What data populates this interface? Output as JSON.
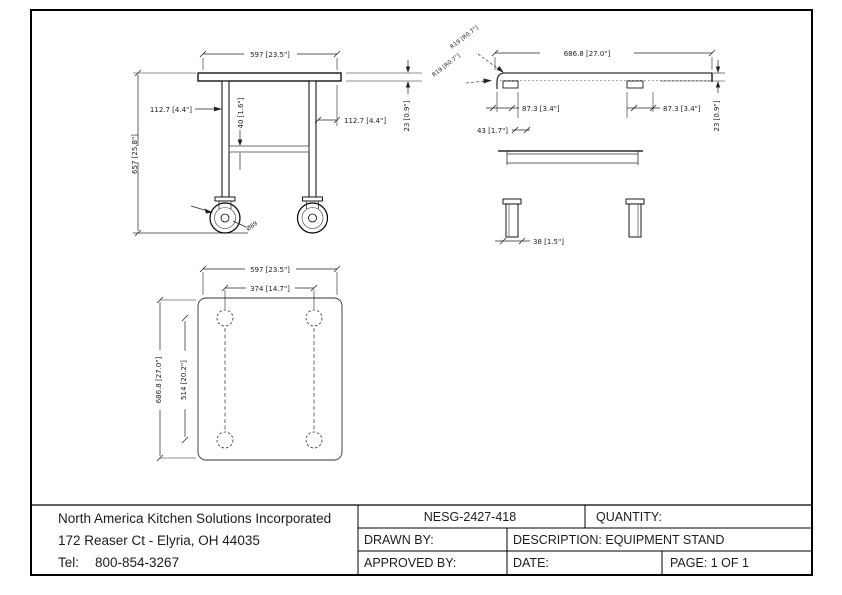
{
  "title_block": {
    "company_name": "North America Kitchen Solutions Incorporated",
    "company_address": "172 Reaser Ct - Elyria, OH 44035",
    "tel_label": "Tel:",
    "tel_number": "800-854-3267",
    "model_number": "NESG-2427-418",
    "quantity_label": "QUANTITY:",
    "drawn_by_label": "DRAWN BY:",
    "description": "DESCRIPTION: EQUIPMENT STAND",
    "approved_by_label": "APPROVED BY:",
    "date_label": "DATE:",
    "page": "PAGE: 1 OF 1"
  },
  "front_view": {
    "width": "597 [23.5\"]",
    "height": "657 [25.8\"]",
    "left_offset": "112.7 [4.4\"]",
    "right_offset": "112.7 [4.4\"]",
    "brace": "40 [1.6\"]",
    "top_thickness": "23 [0.9\"]",
    "caster_dia": "Ø89"
  },
  "side_view": {
    "depth": "686.8 [27.0\"]",
    "corner_radius_1": "R19 [R0.7\"]",
    "corner_radius_2": "R19 [R0.7\"]",
    "left_offset": "87.3 [3.4\"]",
    "right_offset": "87.3 [3.4\"]",
    "edge_height": "43 [1.7\"]",
    "top_thickness": "23 [0.9\"]",
    "leg_width": "38 [1.5\"]"
  },
  "plan_view": {
    "width": "597 [23.5\"]",
    "hole_span_width": "374 [14.7\"]",
    "depth": "686.8 [27.0\"]",
    "hole_span_depth": "514 [20.2\"]"
  }
}
